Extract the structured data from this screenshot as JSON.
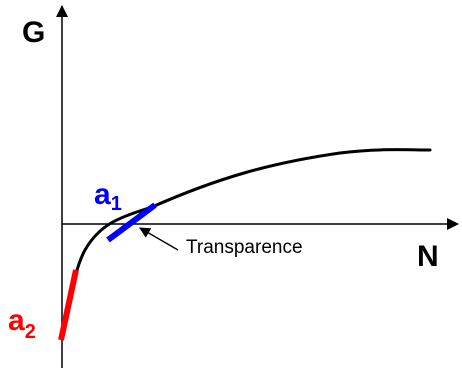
{
  "axes": {
    "y_label": "G",
    "x_label": "N"
  },
  "tangents": {
    "a1": {
      "letter": "a",
      "subscript": "1"
    },
    "a2": {
      "letter": "a",
      "subscript": "2"
    }
  },
  "annotation": {
    "text": "Transparence"
  },
  "colors": {
    "axis": "#000000",
    "curve": "#000000",
    "a1": "#0000ff",
    "a2": "#ff0000",
    "text": "#000000"
  }
}
